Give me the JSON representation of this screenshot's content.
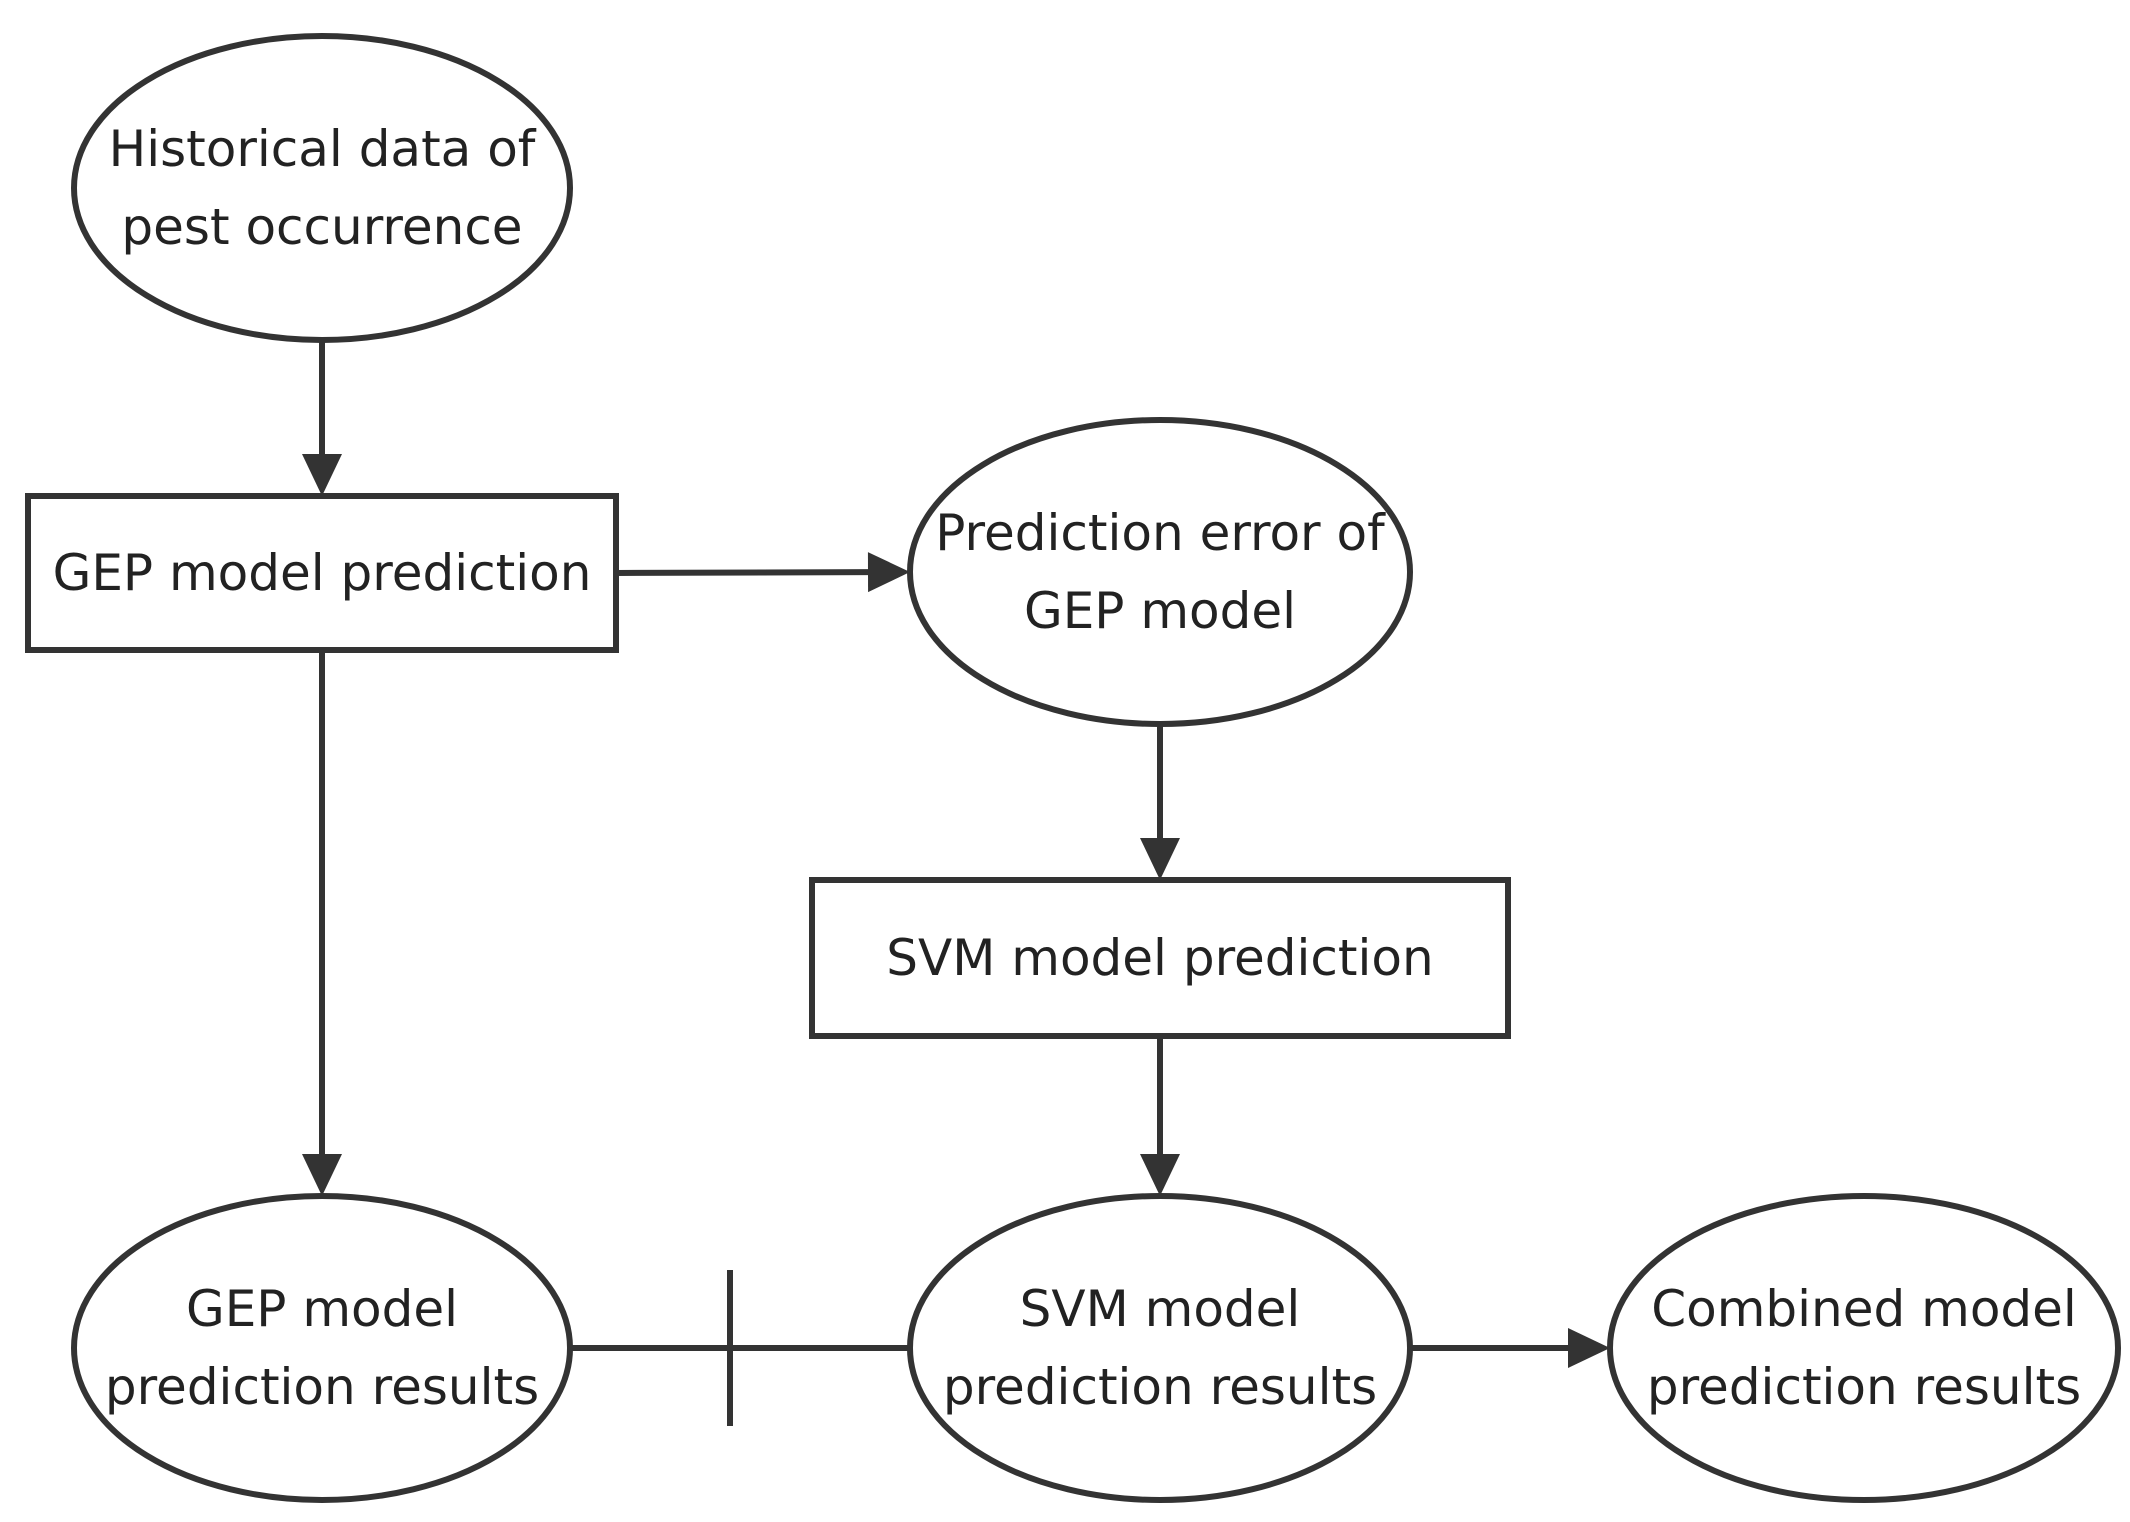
{
  "diagram": {
    "nodes": [
      {
        "id": "historical",
        "shape": "ellipse",
        "lines": [
          "Historical data of",
          "pest occurrence"
        ]
      },
      {
        "id": "gep_pred",
        "shape": "rect",
        "lines": [
          "GEP model prediction"
        ]
      },
      {
        "id": "pred_error",
        "shape": "ellipse",
        "lines": [
          "Prediction error of",
          "GEP model"
        ]
      },
      {
        "id": "svm_pred",
        "shape": "rect",
        "lines": [
          "SVM model prediction"
        ]
      },
      {
        "id": "gep_results",
        "shape": "ellipse",
        "lines": [
          "GEP model",
          "prediction results"
        ]
      },
      {
        "id": "svm_results",
        "shape": "ellipse",
        "lines": [
          "SVM model",
          "prediction results"
        ]
      },
      {
        "id": "combined_results",
        "shape": "ellipse",
        "lines": [
          "Combined model",
          "prediction results"
        ]
      }
    ],
    "edges": [
      {
        "from": "historical",
        "to": "gep_pred",
        "type": "arrow"
      },
      {
        "from": "gep_pred",
        "to": "pred_error",
        "type": "arrow"
      },
      {
        "from": "gep_pred",
        "to": "gep_results",
        "type": "arrow"
      },
      {
        "from": "pred_error",
        "to": "svm_pred",
        "type": "arrow"
      },
      {
        "from": "svm_pred",
        "to": "svm_results",
        "type": "arrow"
      },
      {
        "from": "gep_results",
        "to": "svm_results",
        "type": "combine"
      },
      {
        "from": "svm_results",
        "to": "combined_results",
        "type": "arrow"
      }
    ],
    "colors": {
      "stroke": "#333333",
      "text": "#222222",
      "fill": "#ffffff"
    }
  }
}
